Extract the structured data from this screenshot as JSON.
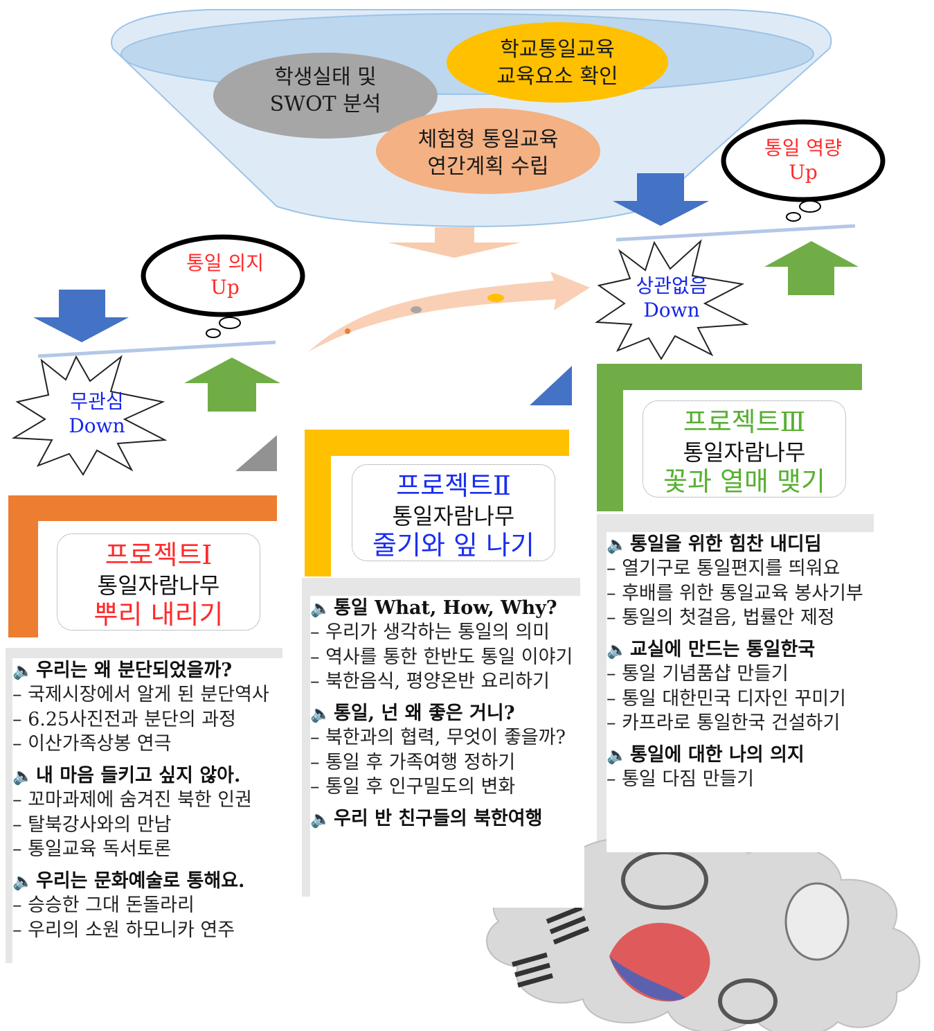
{
  "funnel": {
    "ovals": [
      {
        "lines": [
          "학생실태 및",
          "SWOT 분석"
        ],
        "color": "#a6a6a6"
      },
      {
        "lines": [
          "학교통일교육",
          "교육요소 확인"
        ],
        "color": "#ffc000"
      },
      {
        "lines": [
          "체험형 통일교육",
          "연간계획 수립"
        ],
        "color": "#f4b183"
      }
    ]
  },
  "stages": [
    {
      "cloud": {
        "line1": "통일 의지",
        "line2": "Up"
      },
      "burst": {
        "line1": "무관심",
        "line2": "Down"
      },
      "project": {
        "title": "프로젝트Ⅰ",
        "subtitle": "통일자람나무",
        "tagline": "뿌리 내리기",
        "accent": "#ed7d31"
      },
      "sections": [
        {
          "heading": "우리는 왜 분단되었을까?",
          "items": [
            "– 국제시장에서 알게 된 분단역사",
            "–  6.25사진전과 분단의 과정",
            "– 이산가족상봉 연극"
          ]
        },
        {
          "heading": "내 마음 들키고 싶지 않아.",
          "items": [
            "– 꼬마과제에 숨겨진 북한 인권",
            "– 탈북강사와의 만남",
            "– 통일교육 독서토론"
          ]
        },
        {
          "heading": "우리는 문화예술로 통해요.",
          "items": [
            "– 승승한 그대 돈돌라리",
            "– 우리의 소원 하모니카 연주"
          ]
        }
      ]
    },
    {
      "project": {
        "title": "프로젝트Ⅱ",
        "subtitle": "통일자람나무",
        "tagline": "줄기와 잎 나기",
        "accent": "#ffc000"
      },
      "sections": [
        {
          "heading": "통일 What, How, Why?",
          "items": [
            "– 우리가 생각하는 통일의 의미",
            "– 역사를 통한 한반도 통일 이야기",
            "– 북한음식, 평양온반 요리하기"
          ]
        },
        {
          "heading": "통일, 넌 왜 좋은 거니?",
          "items": [
            "– 북한과의 협력, 무엇이 좋을까?",
            "– 통일 후 가족여행 정하기",
            "– 통일 후 인구밀도의 변화"
          ]
        },
        {
          "heading": "우리 반 친구들의 북한여행",
          "items": []
        }
      ]
    },
    {
      "cloud": {
        "line1": "통일 역량",
        "line2": "Up"
      },
      "burst": {
        "line1": "상관없음",
        "line2": "Down"
      },
      "project": {
        "title": "프로젝트Ⅲ",
        "subtitle": "통일자람나무",
        "tagline": "꽃과 열매 맺기",
        "accent": "#70ad47"
      },
      "sections": [
        {
          "heading": "통일을 위한 힘찬 내디딤",
          "items": [
            "– 열기구로 통일편지를 띄워요",
            "– 후배를 위한 통일교육 봉사기부",
            "– 통일의 첫걸음, 법률안 제정"
          ]
        },
        {
          "heading": "교실에 만드는 통일한국",
          "items": [
            "– 통일 기념품샵 만들기",
            "– 통일 대한민국 디자인 꾸미기",
            "– 카프라로 통일한국 건설하기"
          ]
        },
        {
          "heading": "통일에 대한 나의 의지",
          "items": [
            "– 통일 다짐 만들기"
          ]
        }
      ]
    }
  ],
  "colors": {
    "down_arrow": "#4472c4",
    "up_arrow": "#70ad47",
    "scale_line": "#b4c7e7",
    "center_arrow": "#f8cbad"
  },
  "icons": {
    "section": "speaker-icon",
    "down": "arrow-down-icon",
    "up": "arrow-up-icon"
  }
}
